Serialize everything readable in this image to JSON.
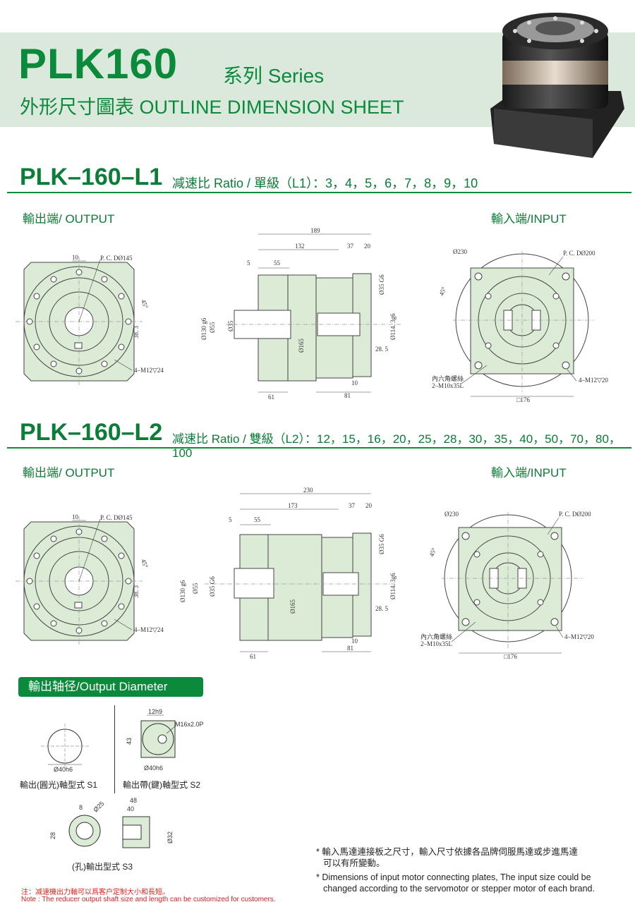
{
  "header": {
    "model": "PLK160",
    "series": "系列 Series",
    "subtitle": "外形尺寸圖表 OUTLINE DIMENSION SHEET"
  },
  "sections": [
    {
      "title": "PLK–160–L1",
      "ratio": "减速比 Ratio / 單級（L1）：3，4，5，6，7，8，9，10",
      "output_label": "輸出端/ OUTPUT",
      "input_label": "輸入端/INPUT",
      "output": {
        "key": "10",
        "pcd": "P. C. DØ145",
        "angle": "45°",
        "offset": "38. 3",
        "thread": "4–M12▽24"
      },
      "side": {
        "total": "189",
        "body": "132",
        "flange": "37",
        "cap": "20",
        "step": "5",
        "shaft_len": "55",
        "d130": "Ø130 g6",
        "d55": "Ø55",
        "d35": "Ø35",
        "d165": "Ø165",
        "d35g6": "Ø35 G6",
        "d114": "Ø114. 3g6",
        "r285": "28. 5",
        "dim10": "10",
        "dim81": "81",
        "dim61": "61"
      },
      "input": {
        "dia": "Ø230",
        "pcd": "P. C. DØ200",
        "angle": "45°",
        "screw": "內六角螺絲",
        "screw_spec": "2–M10x35L",
        "thread": "4–M12▽20",
        "square": "□176"
      }
    },
    {
      "title": "PLK–160–L2",
      "ratio": "减速比 Ratio / 雙級（L2）：12，15，16，20，25，28，30，35，40，50，70，80，100",
      "output_label": "輸出端/ OUTPUT",
      "input_label": "輸入端/INPUT",
      "output": {
        "key": "10",
        "pcd": "P. C. DØ145",
        "angle": "45°",
        "offset": "38. 3",
        "thread": "4–M12▽24"
      },
      "side": {
        "total": "230",
        "body": "173",
        "flange": "37",
        "cap": "20",
        "step": "5",
        "shaft_len": "55",
        "d130": "Ø130 g6",
        "d55": "Ø55",
        "d35": "Ø35 G6",
        "d165": "Ø165",
        "d35g6": "Ø35 G6",
        "d114": "Ø114. 3g6",
        "r285": "28. 5",
        "dim10": "10",
        "dim81": "81",
        "dim61": "61"
      },
      "input": {
        "dia": "Ø230",
        "pcd": "P. C. DØ200",
        "angle": "45°",
        "screw": "內六角螺絲",
        "screw_spec": "2–M10x35L",
        "thread": "4–M12▽20",
        "square": "□176"
      }
    }
  ],
  "shaft": {
    "title": "輸出轴径/Output Diameter",
    "s1": {
      "dia": "Ø40h6",
      "caption": "輸出(圓光)軸型式  S1"
    },
    "s2": {
      "key": "12h9",
      "height": "43",
      "thread": "M16x2.0P",
      "dia": "Ø40h6",
      "caption": "輸出帶(鍵)軸型式  S2"
    },
    "s3": {
      "key": "8",
      "bore": "Ø25",
      "height": "28",
      "len48": "48",
      "len40": "40",
      "outer": "Ø32",
      "caption": "(孔)輸出型式  S3"
    }
  },
  "notes": {
    "cn": "注：减速機出力軸可以爲客户定制大小和長短。",
    "en": "Note : The reducer output shaft size and length can be customized for customers.",
    "fn_cn_1": "* 輸入馬達連接板之尺寸，輸入尺寸依據各品牌伺服馬達或步進馬達",
    "fn_cn_2": "可以有所變動。",
    "fn_en_1": "* Dimensions of input motor connecting plates, The input size could be",
    "fn_en_2": "changed according to the servomotor or stepper motor of each brand."
  },
  "colors": {
    "brand_green": "#0a8a3a",
    "band": "#dbe8dc",
    "part_fill": "#dcebd6",
    "note_red": "#e0201a"
  }
}
